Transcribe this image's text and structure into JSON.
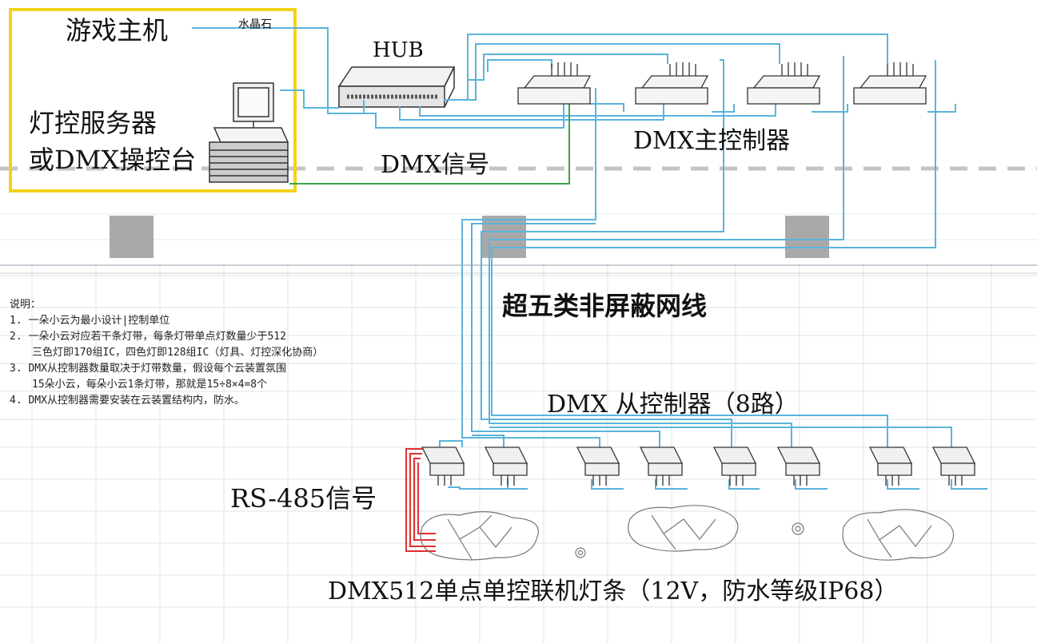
{
  "labels": {
    "game_host": "游戏主机",
    "crystal": "水晶石",
    "hub": "HUB",
    "light_server_line1": "灯控服务器",
    "light_server_line2": "或DMX操控台",
    "dmx_signal": "DMX信号",
    "dmx_main": "DMX主控制器",
    "cat5": "超五类非屏蔽网线",
    "dmx_slave": "DMX 从控制器（8路）",
    "rs485": "RS-485信号",
    "strip": "DMX512单点单控联机灯条（12V，防水等级IP68）"
  },
  "notes": {
    "title": "说明：",
    "lines": [
      "1. 一朵小云为最小设计|控制单位",
      "2. 一朵小云对应若干条灯带，每条灯带单点灯数量少于512",
      "三色灯即170组IC，四色灯即128组IC（灯具、灯控深化协商）",
      "3. DMX从控制器数量取决于灯带数量，假设每个云装置氛围",
      "15朵小云，每朵小云1条灯带，那就是15÷8×4=8个",
      "4. DMX从控制器需要安装在云装置结构内，防水。"
    ]
  },
  "colors": {
    "network_line": "#5ab4dc",
    "dmx_line": "#3aa54a",
    "rs485_line": "#e03030",
    "highlight_box": "#f2d21a",
    "grid": "#d6dbe3"
  }
}
